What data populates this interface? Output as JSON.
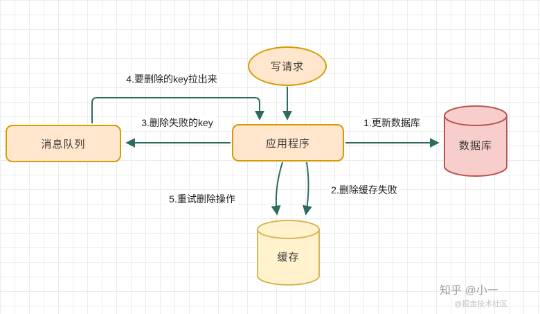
{
  "diagram": {
    "nodes": {
      "write_request": {
        "label": "写请求"
      },
      "message_queue": {
        "label": "消息队列"
      },
      "application": {
        "label": "应用程序"
      },
      "database": {
        "label": "数据库"
      },
      "cache": {
        "label": "缓存"
      }
    },
    "edges": {
      "update_db": {
        "label": "1.更新数据库"
      },
      "delete_cache_fail": {
        "label": "2.删除缓存失败"
      },
      "delete_failed_key": {
        "label": "3.删除失败的key"
      },
      "pull_key": {
        "label": "4.要删除的key拉出来"
      },
      "retry_delete": {
        "label": "5.重试删除操作"
      }
    },
    "colors": {
      "peach_fill": "#ffe6cc",
      "peach_border": "#d79b00",
      "database_fill": "#f8cecc",
      "database_border": "#b85450",
      "cache_fill": "#fff2cc",
      "cache_border": "#d6b656",
      "arrow": "#2d6a60"
    }
  },
  "watermark": {
    "line1": "知乎 @小一",
    "line2": "@掘金技术社区"
  }
}
